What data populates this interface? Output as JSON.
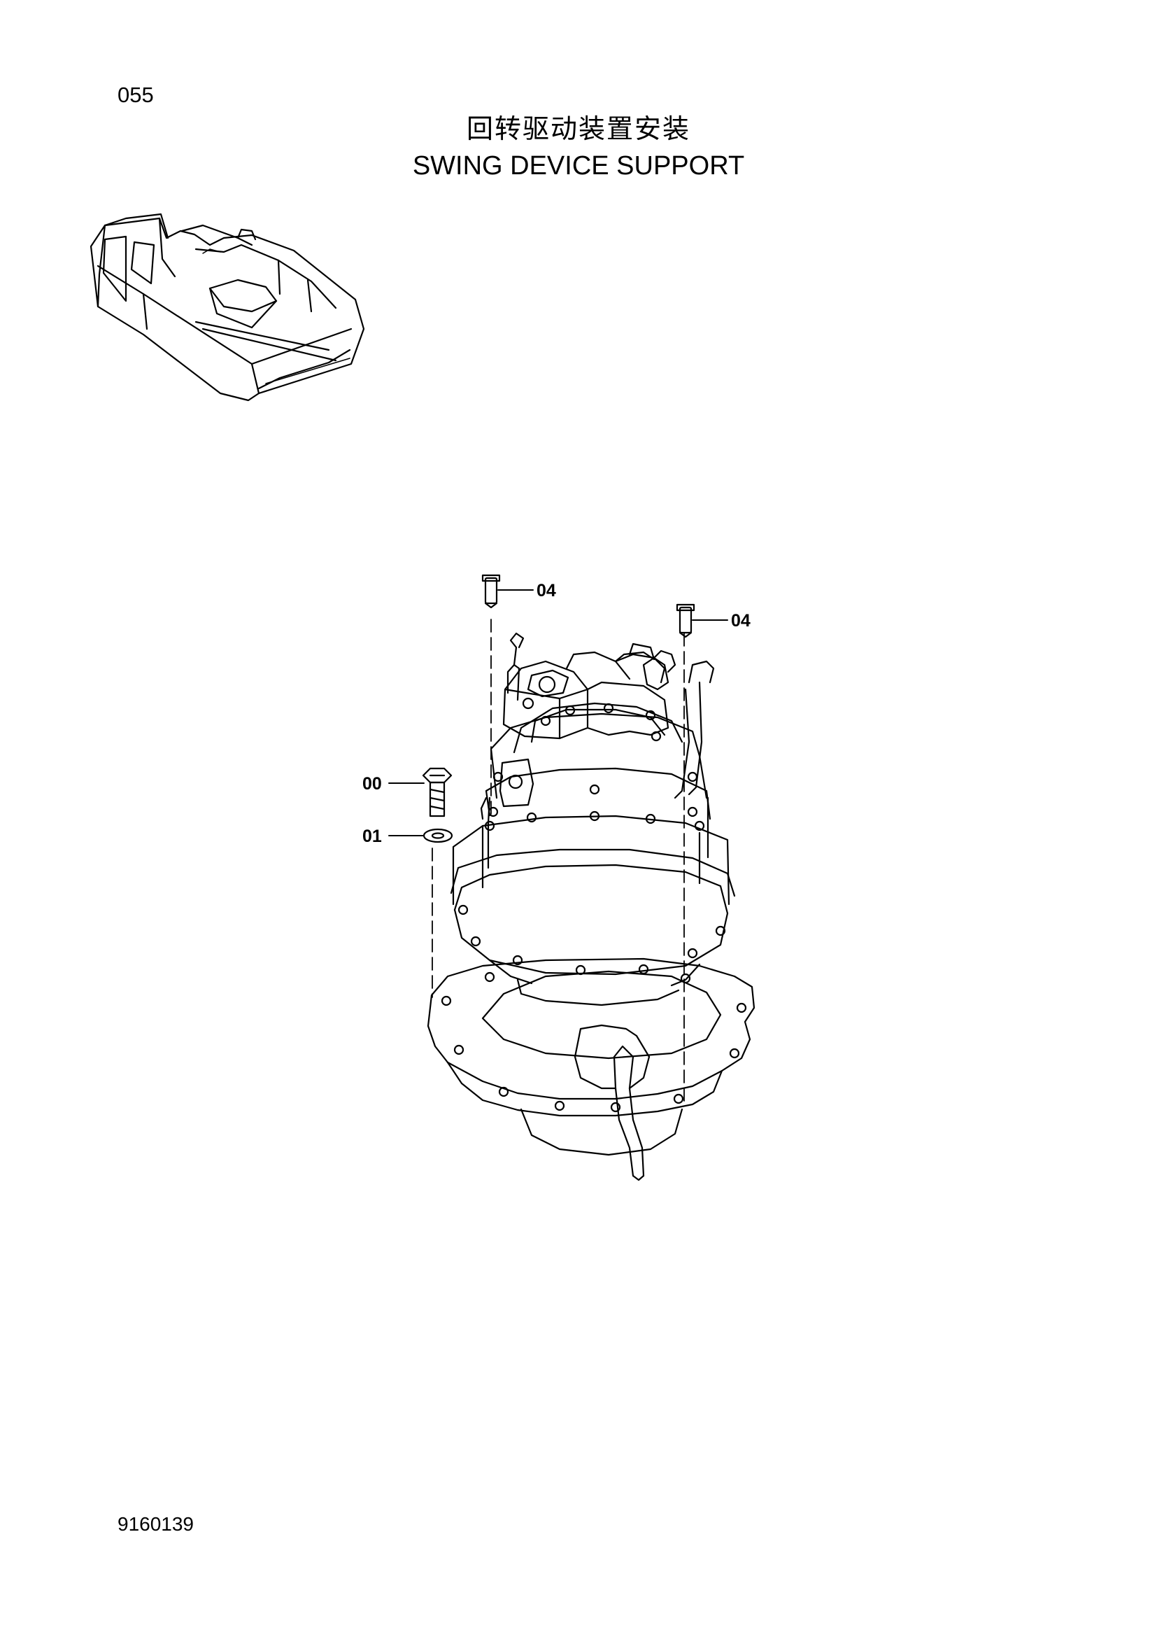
{
  "page": {
    "number": "055",
    "title_cn": "回转驱动装置安装",
    "title_en": "SWING DEVICE SUPPORT",
    "doc_code": "9160139"
  },
  "callouts": [
    {
      "id": "callout-04-left",
      "label": "04"
    },
    {
      "id": "callout-04-right",
      "label": "04"
    },
    {
      "id": "callout-00",
      "label": "00"
    },
    {
      "id": "callout-01",
      "label": "01"
    }
  ]
}
